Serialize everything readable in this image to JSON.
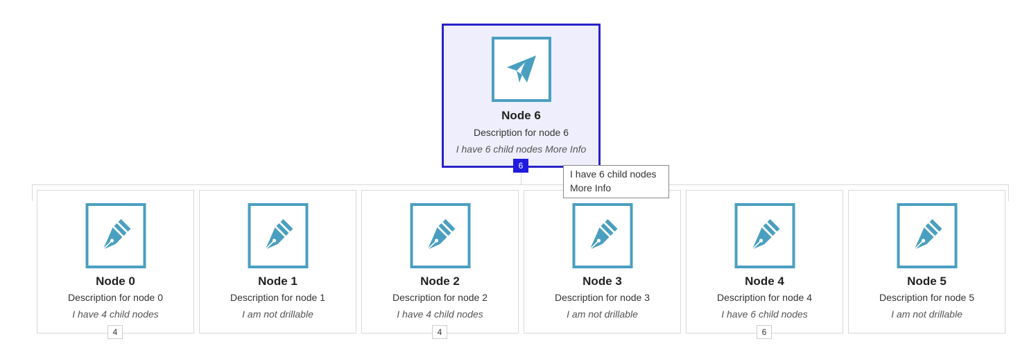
{
  "colors": {
    "root_border": "#2a22c8",
    "root_background": "#eeeefc",
    "root_badge": "#1f1ce0",
    "icon_accent": "#4a9fc0",
    "child_border": "#d8d8d8"
  },
  "root": {
    "icon": "paper-plane-icon",
    "title": "Node 6",
    "description": "Description for node 6",
    "children_text": "I have 6 child nodes More Info",
    "badge": "6"
  },
  "tooltip": {
    "text": "I have 6 child nodes\nMore Info"
  },
  "children": [
    {
      "icon": "fountain-pen-icon",
      "title": "Node 0",
      "description": "Description for node 0",
      "children_text": "I have 4 child nodes",
      "badge": "4"
    },
    {
      "icon": "fountain-pen-icon",
      "title": "Node 1",
      "description": "Description for node 1",
      "children_text": "I am not drillable",
      "badge": ""
    },
    {
      "icon": "fountain-pen-icon",
      "title": "Node 2",
      "description": "Description for node 2",
      "children_text": "I have 4 child nodes",
      "badge": "4"
    },
    {
      "icon": "fountain-pen-icon",
      "title": "Node 3",
      "description": "Description for node 3",
      "children_text": "I am not drillable",
      "badge": ""
    },
    {
      "icon": "fountain-pen-icon",
      "title": "Node 4",
      "description": "Description for node 4",
      "children_text": "I have 6 child nodes",
      "badge": "6"
    },
    {
      "icon": "fountain-pen-icon",
      "title": "Node 5",
      "description": "Description for node 5",
      "children_text": "I am not drillable",
      "badge": ""
    }
  ]
}
